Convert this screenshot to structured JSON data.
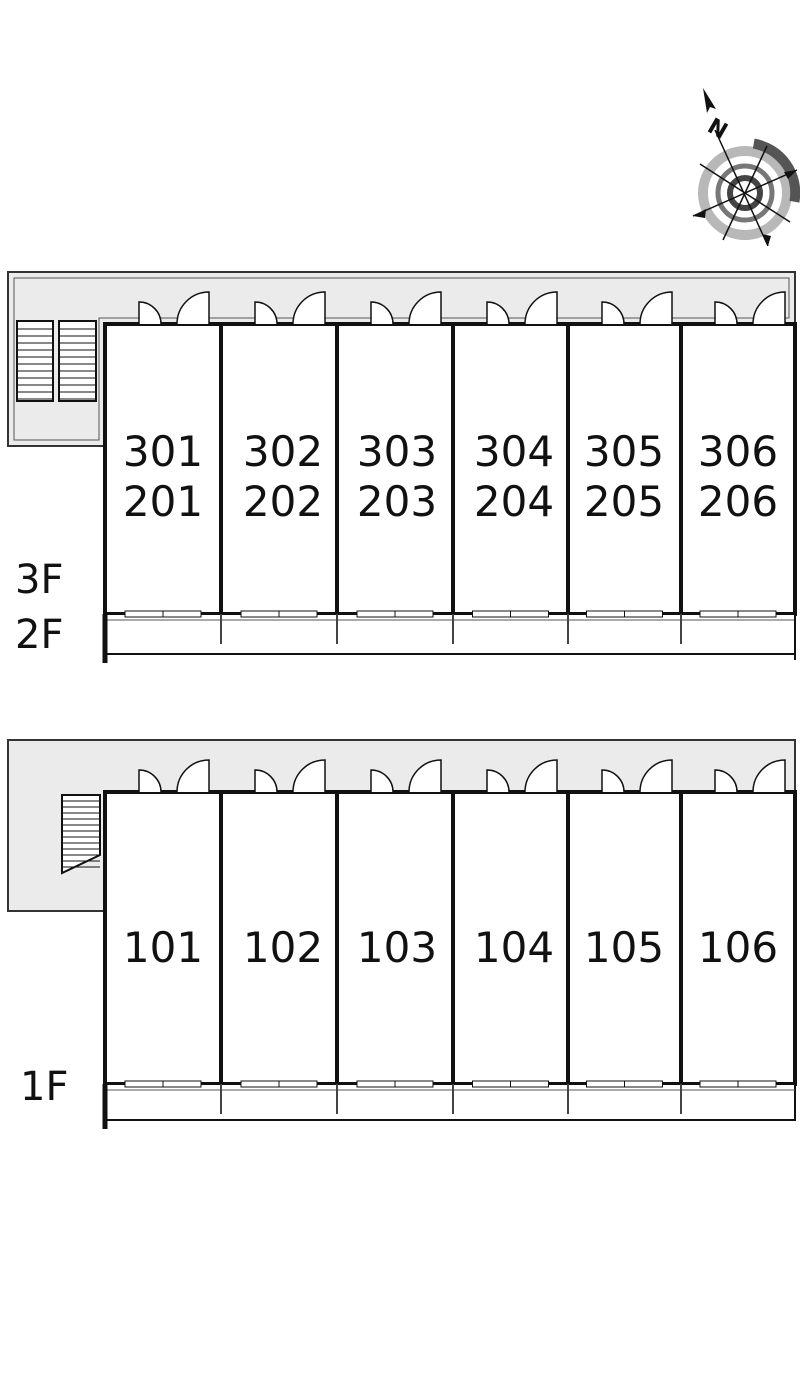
{
  "compass": {
    "north_label": "N",
    "icon": "compass-rose-icon"
  },
  "upper_block": {
    "floor_labels": [
      "3F",
      "2F"
    ],
    "units": [
      {
        "top": "301",
        "bottom": "201"
      },
      {
        "top": "302",
        "bottom": "202"
      },
      {
        "top": "303",
        "bottom": "203"
      },
      {
        "top": "304",
        "bottom": "204"
      },
      {
        "top": "305",
        "bottom": "205"
      },
      {
        "top": "306",
        "bottom": "206"
      }
    ]
  },
  "lower_block": {
    "floor_labels": [
      "1F"
    ],
    "units": [
      {
        "top": "101"
      },
      {
        "top": "102"
      },
      {
        "top": "103"
      },
      {
        "top": "104"
      },
      {
        "top": "105"
      },
      {
        "top": "106"
      }
    ]
  },
  "colors": {
    "corridor": "#ebebeb",
    "wall": "#111111",
    "ring_light": "#b8b8b8",
    "ring_dark": "#666666"
  }
}
